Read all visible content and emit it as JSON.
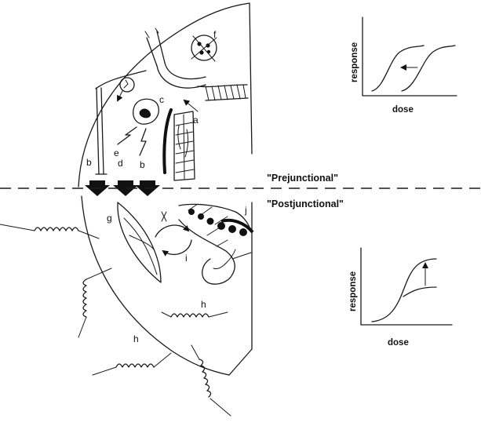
{
  "labels": {
    "a": "a",
    "b1": "b",
    "b2": "b",
    "c": "c",
    "d": "d",
    "e": "e",
    "f": "f",
    "g": "g",
    "h1": "h",
    "h2": "h",
    "i": "i",
    "j": "j"
  },
  "zones": {
    "prejunctional": "\"Prejunctional\"",
    "postjunctional": "\"Postjunctional\""
  },
  "graph_top": {
    "ylabel": "response",
    "xlabel": "dose",
    "shift": "leftward"
  },
  "graph_bottom": {
    "ylabel": "response",
    "xlabel": "dose",
    "shift": "upward"
  }
}
